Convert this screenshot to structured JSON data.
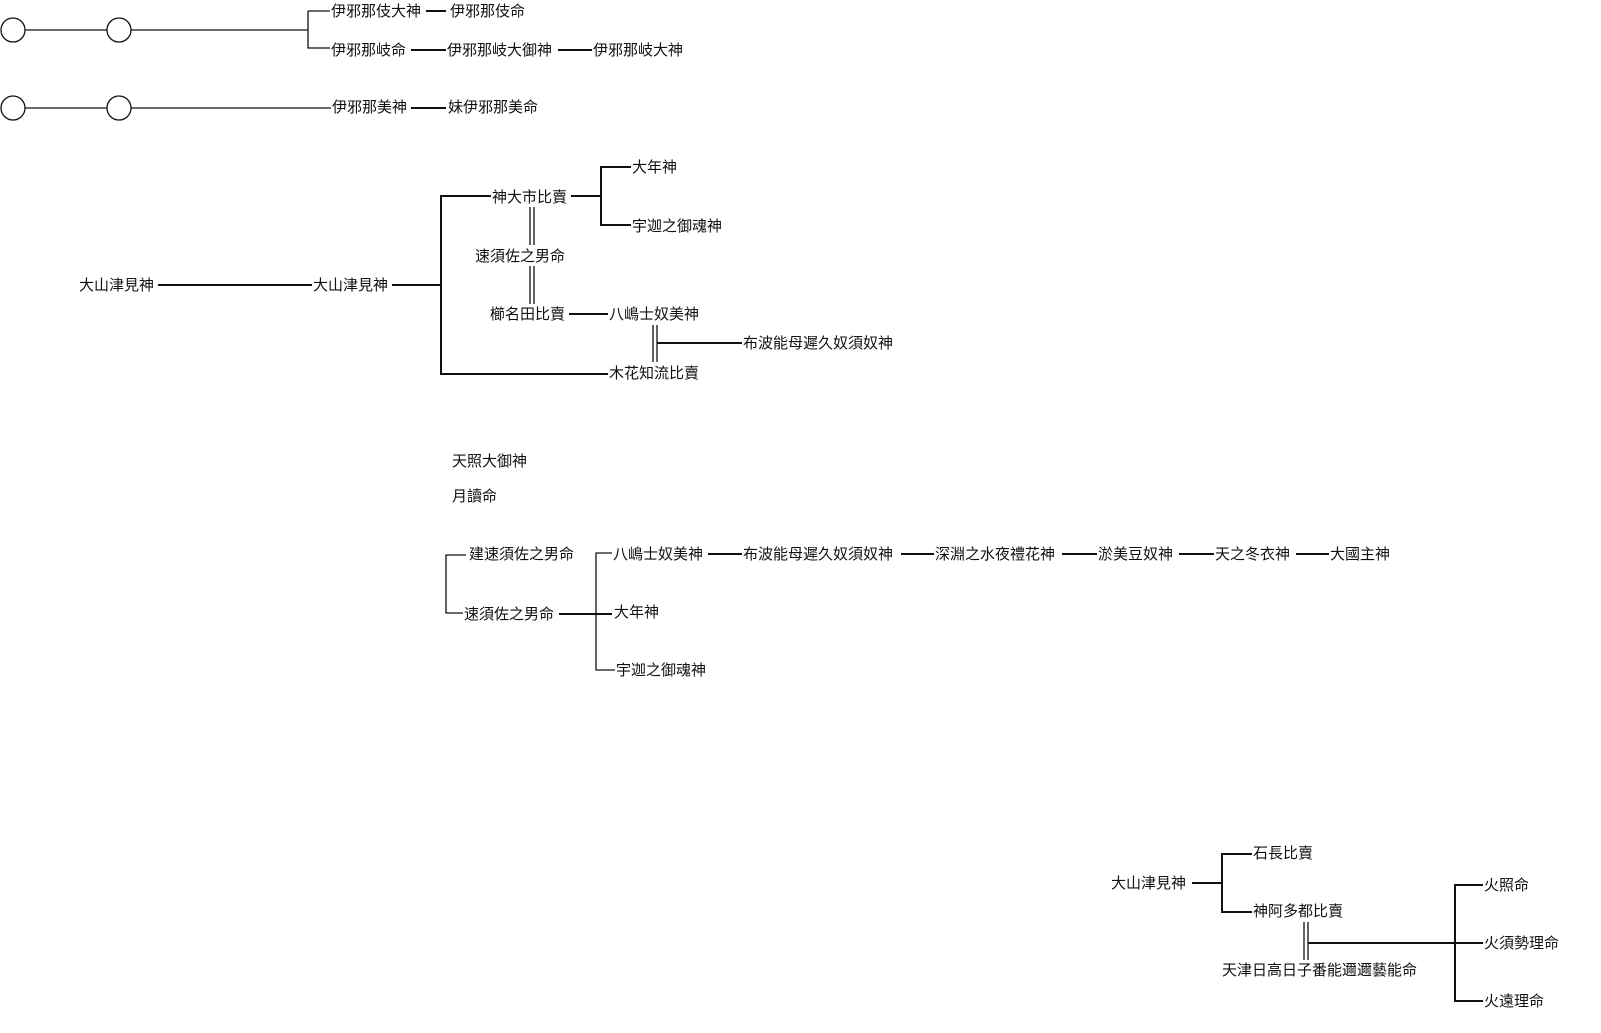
{
  "genealogy": {
    "row1": {
      "top_name": "伊邪那伎大神",
      "top_child": "伊邪那伎命",
      "bottom_name": "伊邪那岐命",
      "bottom_child": "伊邪那岐大御神",
      "bottom_grandchild": "伊邪那岐大神"
    },
    "row2": {
      "name": "伊邪那美神",
      "child": "妹伊邪那美命"
    },
    "ohoyamatsumi_group": {
      "ancestor": "大山津見神",
      "parent": "大山津見神",
      "daughter1": "神大市比賣",
      "child_a": "大年神",
      "child_b": "宇迦之御魂神",
      "husband": "速須佐之男命",
      "wife2": "櫛名田比賣",
      "son": "八嶋士奴美神",
      "grandson": "布波能母遲久奴須奴神",
      "daughter2": "木花知流比賣"
    },
    "siblings": {
      "first": "天照大御神",
      "second": "月讀命"
    },
    "susanoo_line": {
      "alias": "建速須佐之男命",
      "name": "速須佐之男命",
      "child1": "八嶋士奴美神",
      "child2": "大年神",
      "child3": "宇迦之御魂神",
      "gen2": "布波能母遲久奴須奴神",
      "gen3": "深淵之水夜禮花神",
      "gen4": "淤美豆奴神",
      "gen5": "天之冬衣神",
      "gen6": "大國主神"
    },
    "ninigi_group": {
      "father": "大山津見神",
      "daughter1": "石長比賣",
      "daughter2": "神阿多都比賣",
      "husband": "天津日高日子番能邇邇藝能命",
      "son1": "火照命",
      "son2": "火須勢理命",
      "son3": "火遠理命"
    }
  }
}
